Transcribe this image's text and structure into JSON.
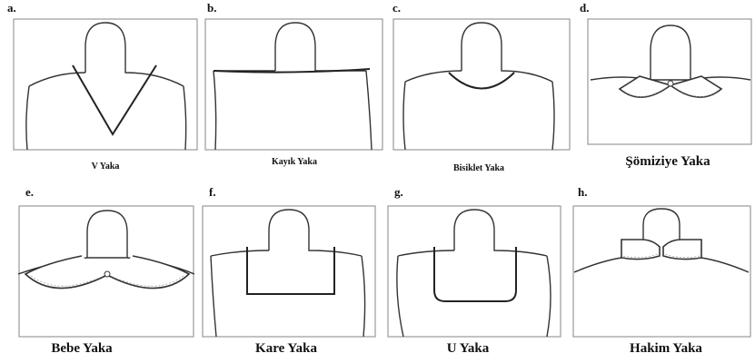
{
  "figures": [
    {
      "letter": "a.",
      "name": "V Yaka"
    },
    {
      "letter": "b.",
      "name": "Kayık Yaka"
    },
    {
      "letter": "c.",
      "name": "Bisiklet Yaka"
    },
    {
      "letter": "d.",
      "name": "Şömiziye Yaka"
    },
    {
      "letter": "e.",
      "name": "Bebe Yaka"
    },
    {
      "letter": "f.",
      "name": "Kare Yaka"
    },
    {
      "letter": "g.",
      "name": "U Yaka"
    },
    {
      "letter": "h.",
      "name": "Hakim Yaka"
    }
  ]
}
